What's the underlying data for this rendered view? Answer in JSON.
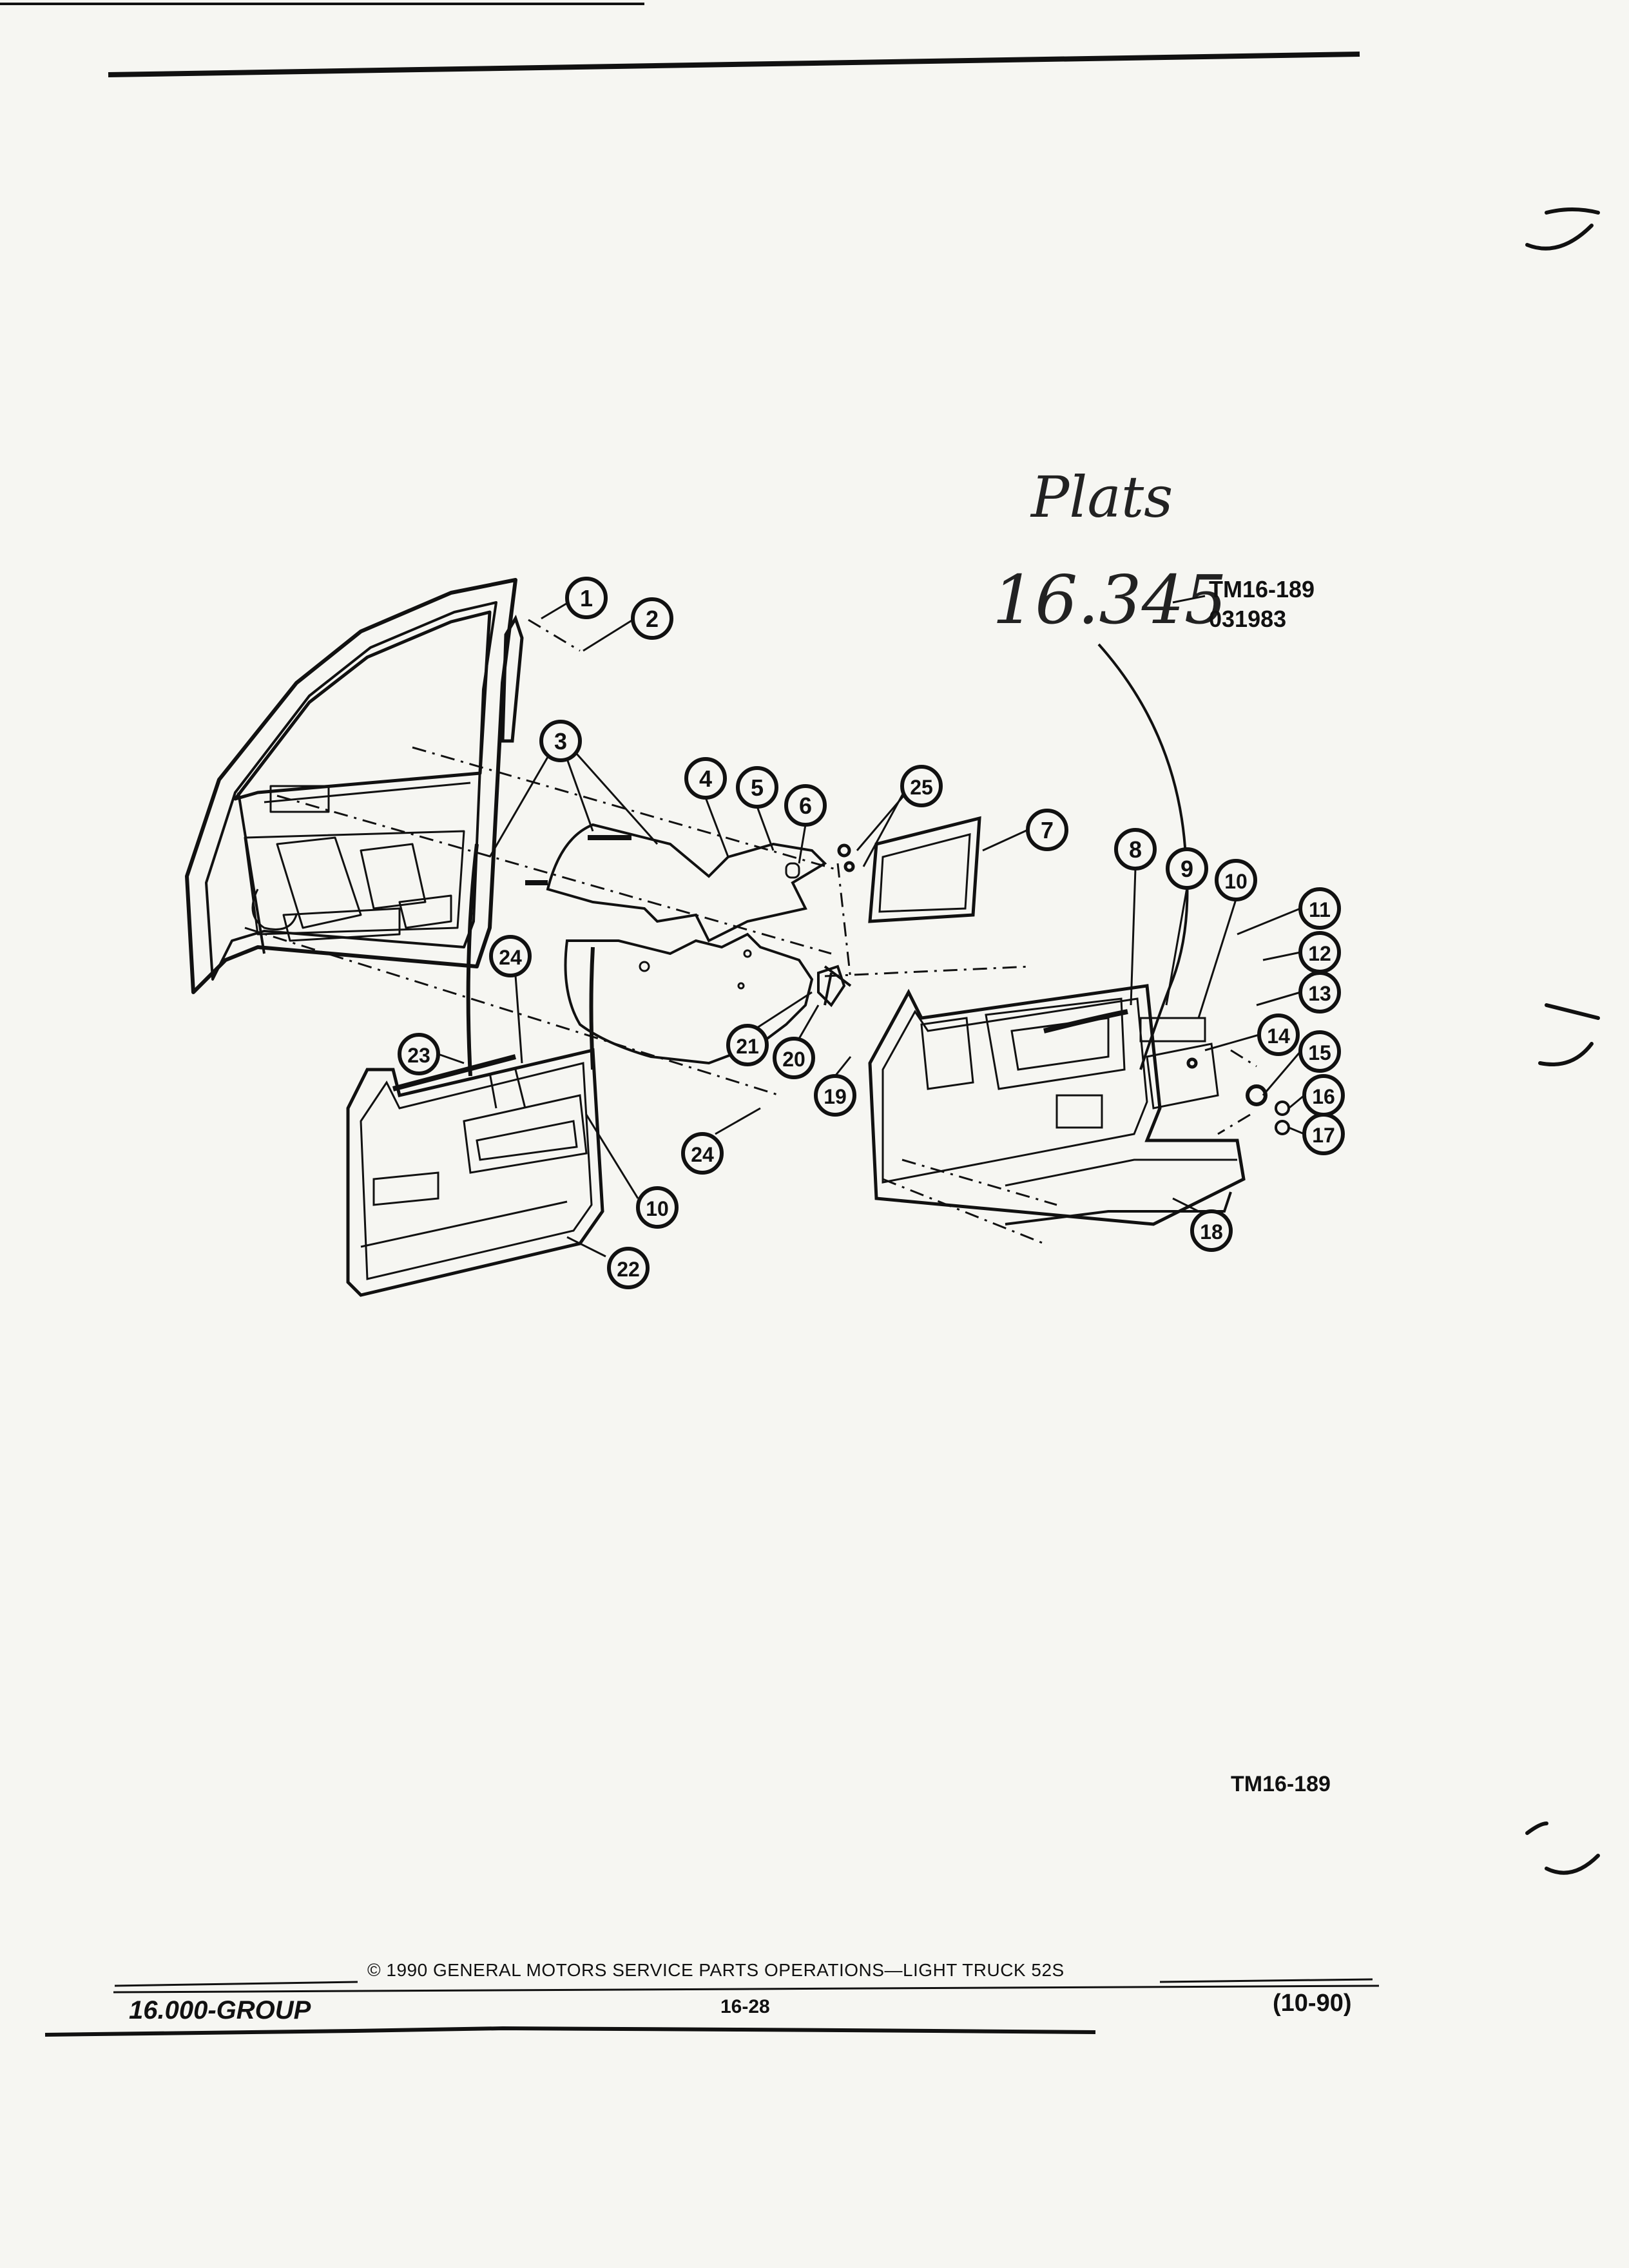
{
  "handwriting": {
    "line1": "Plats",
    "line2": "16.345"
  },
  "figure": {
    "reference_top": [
      "TM16-189",
      "031983"
    ],
    "reference_bottom": "TM16-189",
    "callouts": [
      "1",
      "2",
      "3",
      "4",
      "5",
      "6",
      "7",
      "8",
      "9",
      "10",
      "11",
      "12",
      "13",
      "14",
      "15",
      "16",
      "17",
      "18",
      "19",
      "20",
      "21",
      "22",
      "23",
      "24",
      "25"
    ]
  },
  "footer": {
    "copyright": "© 1990 GENERAL MOTORS SERVICE PARTS OPERATIONS—LIGHT TRUCK 52S",
    "group": "16.000-GROUP",
    "page": "16-28",
    "revision": "(10-90)"
  }
}
